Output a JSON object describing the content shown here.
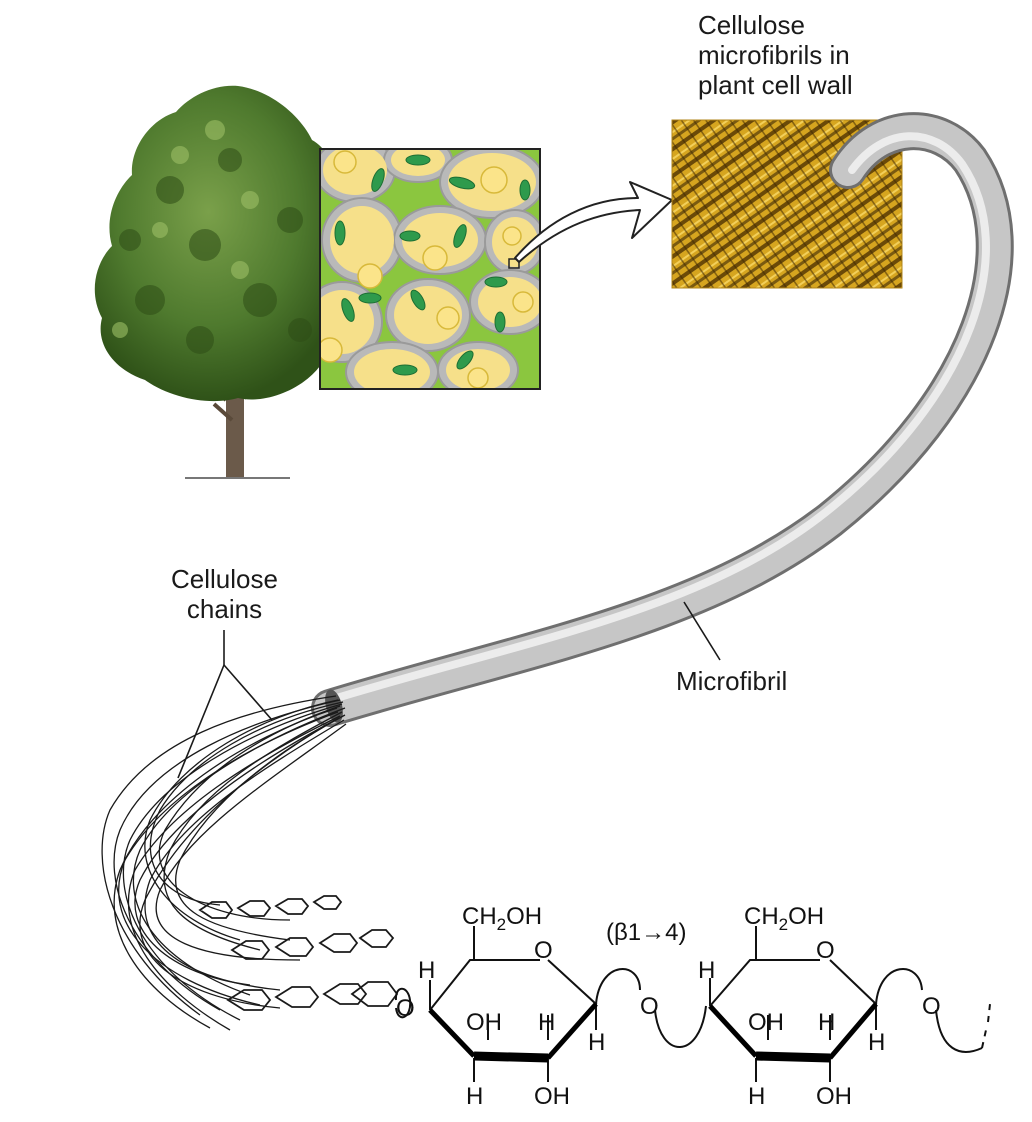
{
  "labels": {
    "micro_caption_l1": "Cellulose",
    "micro_caption_l2": "microfibrils in",
    "micro_caption_l3": "plant cell wall",
    "chains_l1": "Cellulose",
    "chains_l2": "chains",
    "microfibril": "Microfibril"
  },
  "chemistry": {
    "ch2oh": "CH",
    "ch2oh_sub": "2",
    "ch2oh_tail": "OH",
    "ring_o": "O",
    "bridge_o": "O",
    "linkage": "(β1→4)",
    "h": "H",
    "oh": "OH"
  },
  "colors": {
    "leaf": "#4f7a2e",
    "cell_yellow": "#f6e08a",
    "wall_gray": "#b9b9b9",
    "green_fill": "#8bc63f",
    "chloroplast": "#2e9a4c",
    "micro_gold": "#d4a520",
    "fiber_gray": "#c8c8c8"
  }
}
